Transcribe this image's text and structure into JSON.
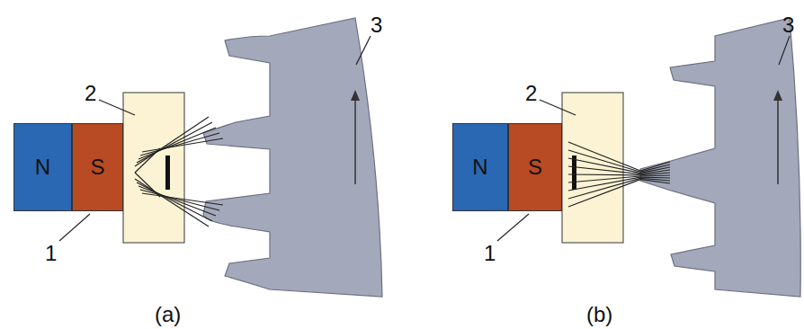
{
  "diagram": {
    "nodes": [
      {
        "text": [
          "N"
        ]
      },
      {
        "text": [
          "S"
        ]
      },
      {
        "text": [
          "N"
        ]
      },
      {
        "text": [
          "S"
        ]
      }
    ],
    "labels": [
      "1",
      "2",
      "3",
      "(a)",
      "1",
      "2",
      "3",
      "(b)"
    ]
  }
}
